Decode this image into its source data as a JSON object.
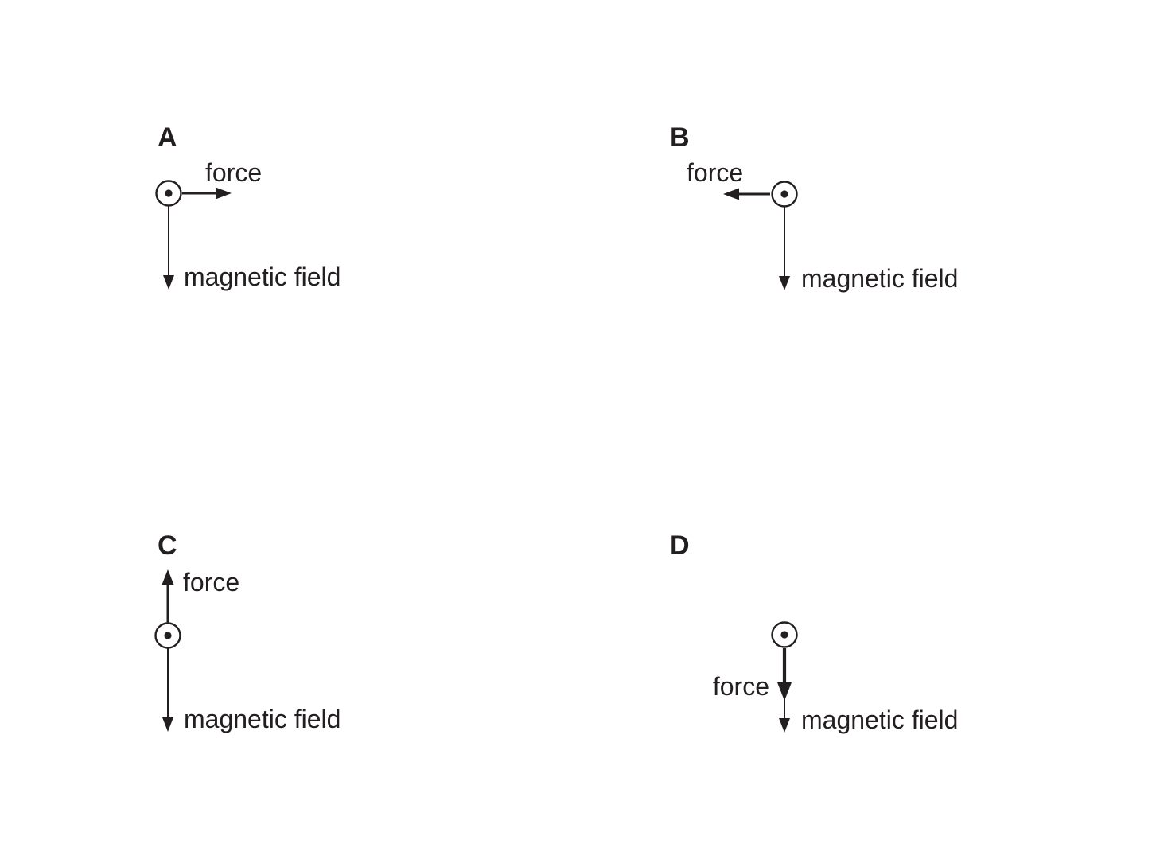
{
  "colors": {
    "ink": "#231f20",
    "background": "#ffffff"
  },
  "panels": [
    {
      "label": "A",
      "force_label": "force",
      "field_label": "magnetic field",
      "force_direction": "right",
      "field_direction": "down"
    },
    {
      "label": "B",
      "force_label": "force",
      "field_label": "magnetic field",
      "force_direction": "left",
      "field_direction": "down"
    },
    {
      "label": "C",
      "force_label": "force",
      "field_label": "magnetic field",
      "force_direction": "up",
      "field_direction": "down"
    },
    {
      "label": "D",
      "force_label": "force",
      "field_label": "magnetic field",
      "force_direction": "down",
      "field_direction": "down"
    }
  ]
}
